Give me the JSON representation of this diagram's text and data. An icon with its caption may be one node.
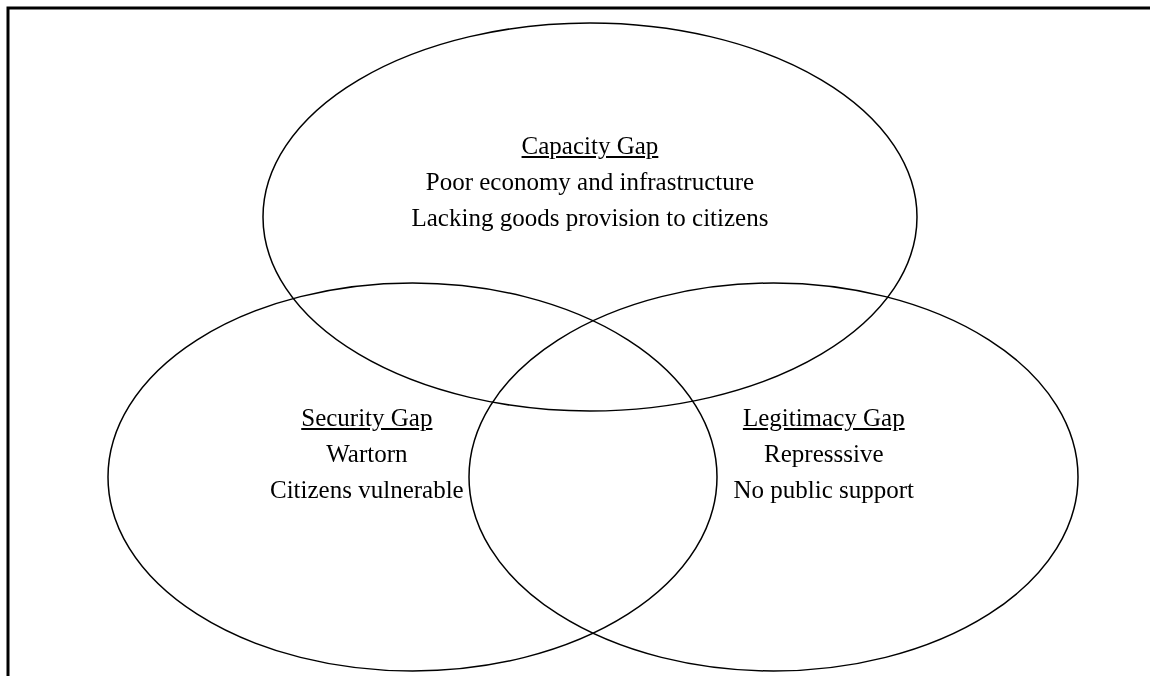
{
  "diagram": {
    "nodes": [
      {
        "text": [
          "Capacity Gap",
          "Poor economy and infrastructure",
          "Lacking goods provision to citizens"
        ]
      },
      {
        "text": [
          "Security Gap",
          "Wartorn",
          "Citizens vulnerable"
        ]
      },
      {
        "text": [
          "Legitimacy Gap",
          "Represssive",
          "No public support"
        ]
      }
    ],
    "edges": []
  }
}
